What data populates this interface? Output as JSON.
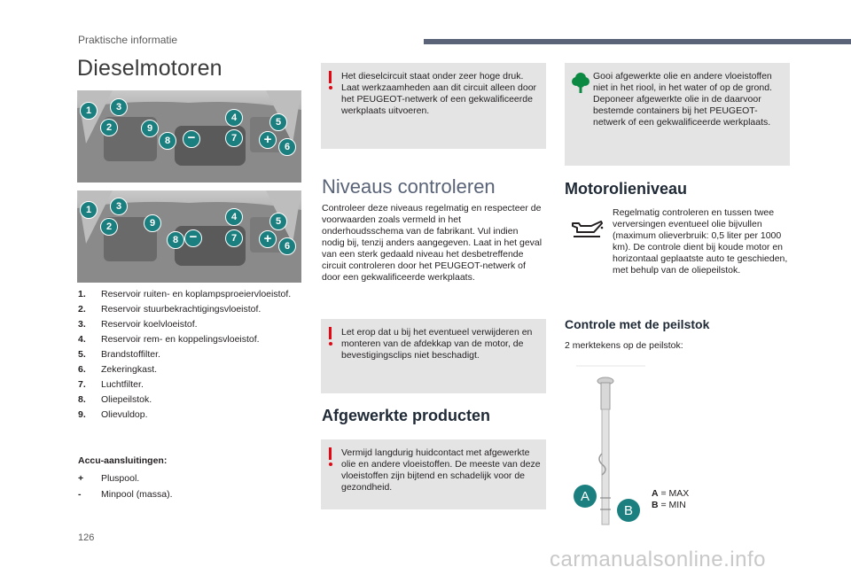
{
  "header": {
    "section": "Praktische informatie"
  },
  "page": {
    "title": "Dieselmotoren",
    "number": "126"
  },
  "photos": {
    "top_badges": [
      "1",
      "2",
      "3",
      "9",
      "8",
      "−",
      "4",
      "7",
      "5",
      "+",
      "6"
    ],
    "bottom_badges": [
      "1",
      "2",
      "3",
      "9",
      "8",
      "−",
      "4",
      "7",
      "5",
      "+",
      "6"
    ]
  },
  "components": [
    {
      "num": "1.",
      "label": "Reservoir ruiten- en koplampsproeiervloeistof."
    },
    {
      "num": "2.",
      "label": "Reservoir stuurbekrachtigingsvloeistof."
    },
    {
      "num": "3.",
      "label": "Reservoir koelvloeistof."
    },
    {
      "num": "4.",
      "label": "Reservoir rem- en koppelingsvloeistof."
    },
    {
      "num": "5.",
      "label": "Brandstoffilter."
    },
    {
      "num": "6.",
      "label": "Zekeringkast."
    },
    {
      "num": "7.",
      "label": "Luchtfilter."
    },
    {
      "num": "8.",
      "label": "Oliepeilstok."
    },
    {
      "num": "9.",
      "label": "Olievuldop."
    }
  ],
  "accu": {
    "title": "Accu-aansluitingen:",
    "items": [
      {
        "num": "+",
        "label": "Pluspool."
      },
      {
        "num": "-",
        "label": "Minpool (massa)."
      }
    ]
  },
  "warning_diesel": "Het dieselcircuit staat onder zeer hoge druk. Laat werkzaamheden aan dit circuit alleen door het PEUGEOT-netwerk of een gekwalificeerde werkplaats uitvoeren.",
  "niveaus": {
    "title": "Niveaus controleren",
    "text": "Controleer deze niveaus regelmatig en respecteer de voorwaarden zoals vermeld in het onderhoudsschema van de fabrikant. Vul indien nodig bij, tenzij anders aangegeven. Laat in het geval van een sterk gedaald niveau het desbetreffende circuit controleren door het PEUGEOT-netwerk of door een gekwalificeerde werkplaats.",
    "warning": "Let erop dat u bij het eventueel verwijderen en monteren van de afdekkap van de motor, de bevestigingsclips niet beschadigt."
  },
  "afgewerkte": {
    "title": "Afgewerkte producten",
    "warning": "Vermijd langdurig huidcontact met afgewerkte olie en andere vloeistoffen. De meeste van deze vloeistoffen zijn bijtend en schadelijk voor de gezondheid."
  },
  "environment_note": "Gooi afgewerkte olie en andere vloeistoffen niet in het riool, in het water of op de grond. Deponeer afgewerkte olie in de daarvoor bestemde containers bij het PEUGEOT-netwerk of een gekwalificeerde werkplaats.",
  "motorolie": {
    "title": "Motorolieniveau",
    "text": "Regelmatig controleren en tussen twee verversingen eventueel olie bijvullen (maximum olieverbruik: 0,5 liter per 1000 km). De controle dient bij koude motor en horizontaal geplaatste auto te geschieden, met behulp van de oliepeilstok."
  },
  "peilstok": {
    "title": "Controle met de peilstok",
    "text": "2 merktekens op de peilstok:",
    "marker_a": "A",
    "marker_b": "B",
    "a_letter": "A",
    "a_value": " = MAX",
    "b_letter": "B",
    "b_value": " = MIN"
  },
  "watermark": "carmanualsonline.info",
  "colors": {
    "accent": "#5b6378",
    "badge": "#1c7f7f",
    "warning": "#e30613",
    "box": "#e4e4e5",
    "eco": "#0c8a43"
  }
}
